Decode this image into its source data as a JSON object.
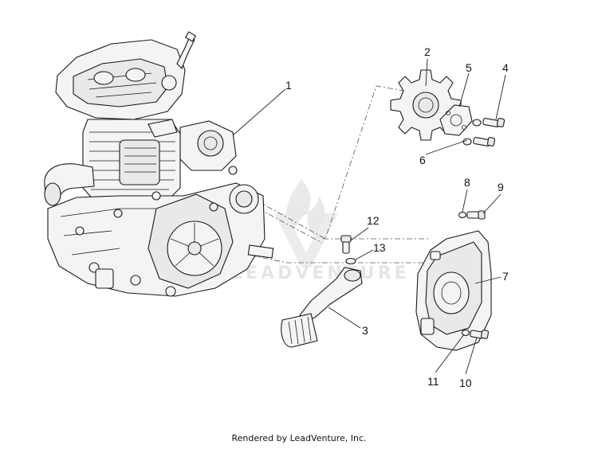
{
  "callouts": [
    {
      "id": "1",
      "label": "1"
    },
    {
      "id": "2",
      "label": "2"
    },
    {
      "id": "3",
      "label": "3"
    },
    {
      "id": "4",
      "label": "4"
    },
    {
      "id": "5",
      "label": "5"
    },
    {
      "id": "6",
      "label": "6"
    },
    {
      "id": "7",
      "label": "7"
    },
    {
      "id": "8",
      "label": "8"
    },
    {
      "id": "9",
      "label": "9"
    },
    {
      "id": "10",
      "label": "10"
    },
    {
      "id": "11",
      "label": "11"
    },
    {
      "id": "12",
      "label": "12"
    },
    {
      "id": "13",
      "label": "13"
    }
  ],
  "watermark": {
    "text": "LEADVENTURE",
    "color": "#d0d0d0"
  },
  "footer": {
    "text": "Rendered by LeadVenture, Inc."
  }
}
